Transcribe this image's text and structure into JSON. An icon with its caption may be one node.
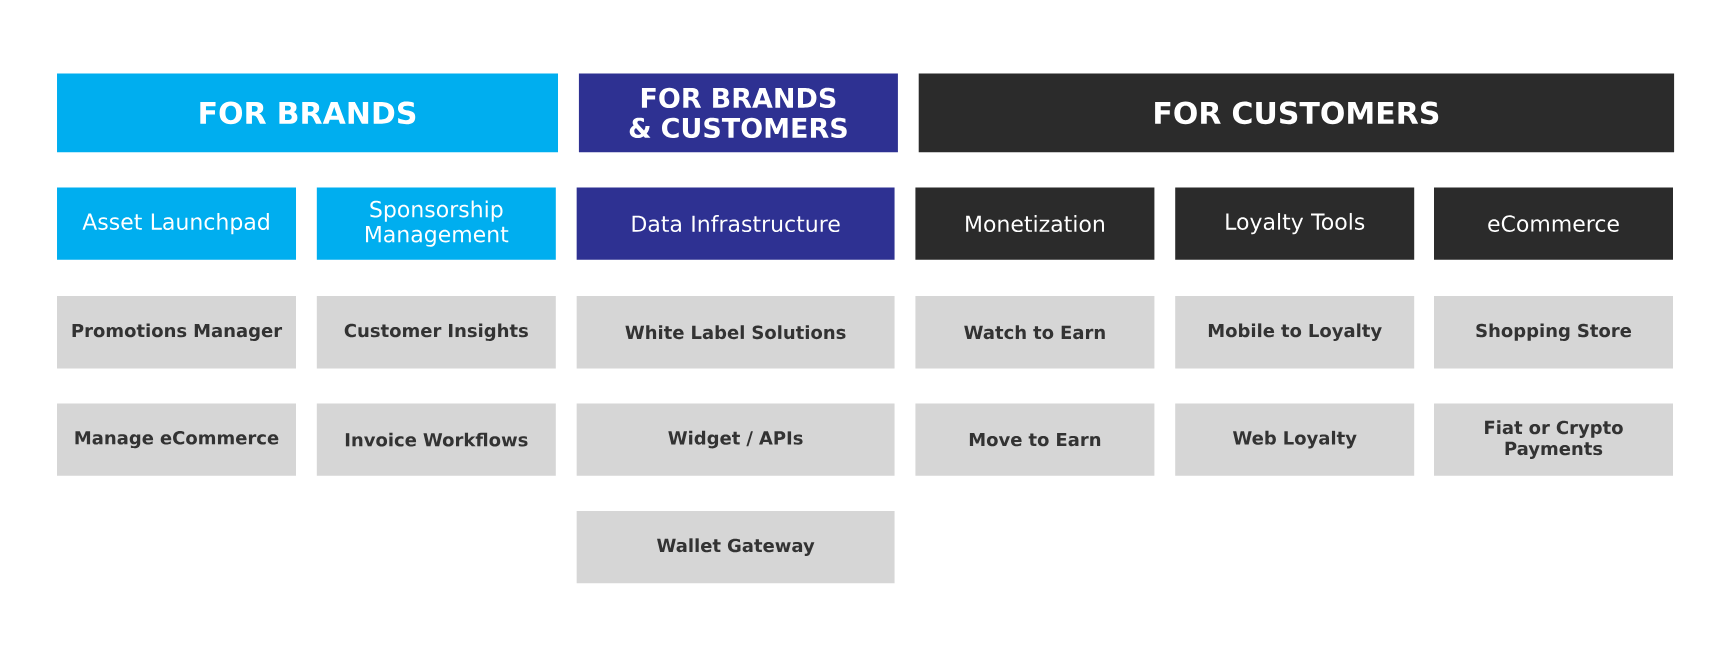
{
  "diagram": {
    "nodes": [
      {
        "text": [
          "FOR BRANDS"
        ]
      },
      {
        "text": [
          "FOR BRANDS & CUSTOMERS"
        ]
      },
      {
        "text": [
          "FOR CUSTOMERS"
        ]
      },
      {
        "text": [
          "Asset Launchpad"
        ]
      },
      {
        "text": [
          "Sponsorship Management"
        ]
      },
      {
        "text": [
          "Data Infrastructure"
        ]
      },
      {
        "text": [
          "Monetization"
        ]
      },
      {
        "text": [
          "Loyalty Tools"
        ]
      },
      {
        "text": [
          "eCommerce"
        ]
      },
      {
        "text": [
          "Promotions Manager"
        ]
      },
      {
        "text": [
          "Customer Insights"
        ]
      },
      {
        "text": [
          "White Label Solutions"
        ]
      },
      {
        "text": [
          "Watch to Earn"
        ]
      },
      {
        "text": [
          "Mobile to Loyalty"
        ]
      },
      {
        "text": [
          "Shopping Store"
        ]
      },
      {
        "text": [
          "Manage eCommerce"
        ]
      },
      {
        "text": [
          "Invoice Workflows"
        ]
      },
      {
        "text": [
          "Widget / APIs"
        ]
      },
      {
        "text": [
          "Move to Earn"
        ]
      },
      {
        "text": [
          "Web Loyalty"
        ]
      },
      {
        "text": [
          "Fiat or Crypto Payments"
        ]
      },
      {
        "text": [
          "Wallet Gateway"
        ]
      }
    ]
  }
}
